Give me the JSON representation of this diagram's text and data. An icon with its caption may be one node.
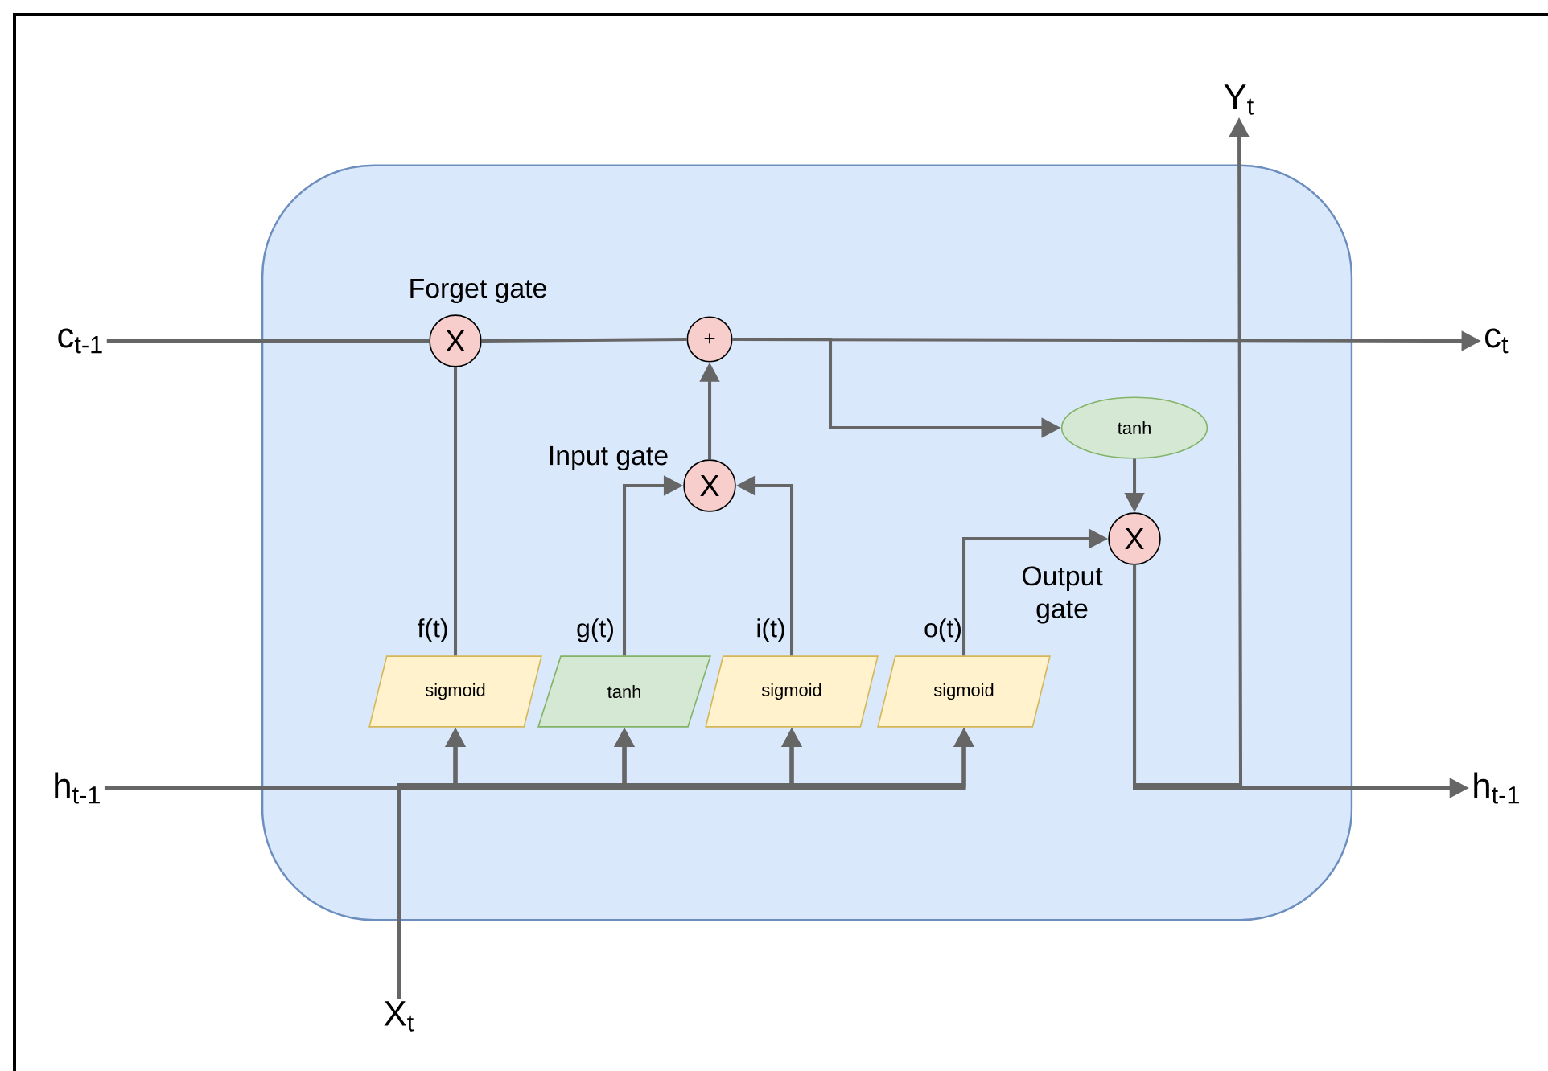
{
  "diagram": {
    "nodes": [
      {
        "text": [],
        "shape": "box"
      },
      {
        "text": [
          "c$_{t-1}$"
        ]
      },
      {
        "text": [
          "c$_{t}$"
        ]
      },
      {
        "text": [
          "h$_{t-1}$"
        ]
      },
      {
        "text": [
          "h$_{t-1}$"
        ]
      },
      {
        "text": [
          "X$_{t}$"
        ]
      },
      {
        "text": [
          "Y$_{t}$"
        ]
      },
      {
        "text": [
          "X"
        ],
        "beside": [
          "Forget gate"
        ],
        "in": 0
      },
      {
        "text": [
          "+"
        ],
        "in": 0
      },
      {
        "text": [
          "X"
        ],
        "beside": [
          "Input gate"
        ],
        "in": 0
      },
      {
        "text": [
          "tanh"
        ],
        "in": 0
      },
      {
        "text": [
          "X"
        ],
        "beside": [
          "Output gate"
        ],
        "in": 0
      },
      {
        "text": [
          "sigmoid"
        ],
        "beside": [
          "f(t)"
        ],
        "in": 0
      },
      {
        "text": [
          "tanh"
        ],
        "beside": [
          "g(t)"
        ],
        "in": 0
      },
      {
        "text": [
          "sigmoid"
        ],
        "beside": [
          "i(t)"
        ],
        "in": 0
      },
      {
        "text": [
          "sigmoid"
        ],
        "beside": [
          "o(t)"
        ],
        "in": 0
      }
    ],
    "edges": [
      {
        "from": 1,
        "to": 7,
        "arrow": "none"
      },
      {
        "from": 7,
        "to": 8,
        "arrow": "none"
      },
      {
        "from": 8,
        "to": 2,
        "arrow": "to"
      },
      {
        "from": 8,
        "to": 10,
        "arrow": "to"
      },
      {
        "from": 12,
        "to": 7,
        "arrow": "none"
      },
      {
        "from": 13,
        "to": 9,
        "arrow": "to"
      },
      {
        "from": 14,
        "to": 9,
        "arrow": "to"
      },
      {
        "from": 9,
        "to": 8,
        "arrow": "to"
      },
      {
        "from": 10,
        "to": 11,
        "arrow": "to"
      },
      {
        "from": 15,
        "to": 11,
        "arrow": "to"
      },
      {
        "from": 11,
        "to": 4,
        "arrow": "to"
      },
      {
        "from": 11,
        "to": 6,
        "arrow": "to"
      },
      {
        "from": 3,
        "to": 12,
        "arrow": "to"
      },
      {
        "from": 3,
        "to": 13,
        "arrow": "to"
      },
      {
        "from": 3,
        "to": 14,
        "arrow": "to"
      },
      {
        "from": 3,
        "to": 15,
        "arrow": "to"
      },
      {
        "from": 5,
        "to": 12,
        "arrow": "to"
      },
      {
        "from": 5,
        "to": 13,
        "arrow": "to"
      },
      {
        "from": 5,
        "to": 14,
        "arrow": "to"
      },
      {
        "from": 5,
        "to": 15,
        "arrow": "to"
      }
    ]
  }
}
